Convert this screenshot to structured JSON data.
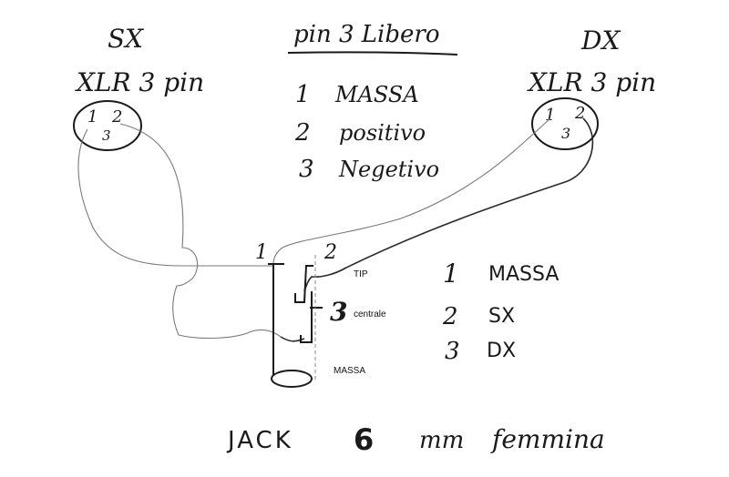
{
  "title": "pin 3 Libero",
  "left_connector": {
    "side": "SX",
    "type": "XLR 3 pin",
    "pins": [
      "1",
      "2",
      "3"
    ]
  },
  "right_connector": {
    "side": "DX",
    "type": "XLR 3 pin",
    "pins": [
      "1",
      "2",
      "3"
    ]
  },
  "xlr_pinout": [
    {
      "num": "1",
      "label": "MASSA"
    },
    {
      "num": "2",
      "label": "positivo"
    },
    {
      "num": "3",
      "label": "Negetivo"
    }
  ],
  "jack": {
    "pin_labels": {
      "p1": "1",
      "p2": "2",
      "p3": "3"
    },
    "tip_label": "TIP",
    "ring_label": "centrale",
    "sleeve_label": "MASSA"
  },
  "jack_pinout": [
    {
      "num": "1",
      "label": "MASSA"
    },
    {
      "num": "2",
      "label": "SX"
    },
    {
      "num": "3",
      "label": "DX"
    }
  ],
  "footer": {
    "jack_word": "JACK",
    "size": "6",
    "unit": "mm",
    "gender": "femmina"
  },
  "colors": {
    "ink": "#1a1a1a",
    "pencil_wire": "#7a7a7a",
    "background": "#ffffff"
  }
}
